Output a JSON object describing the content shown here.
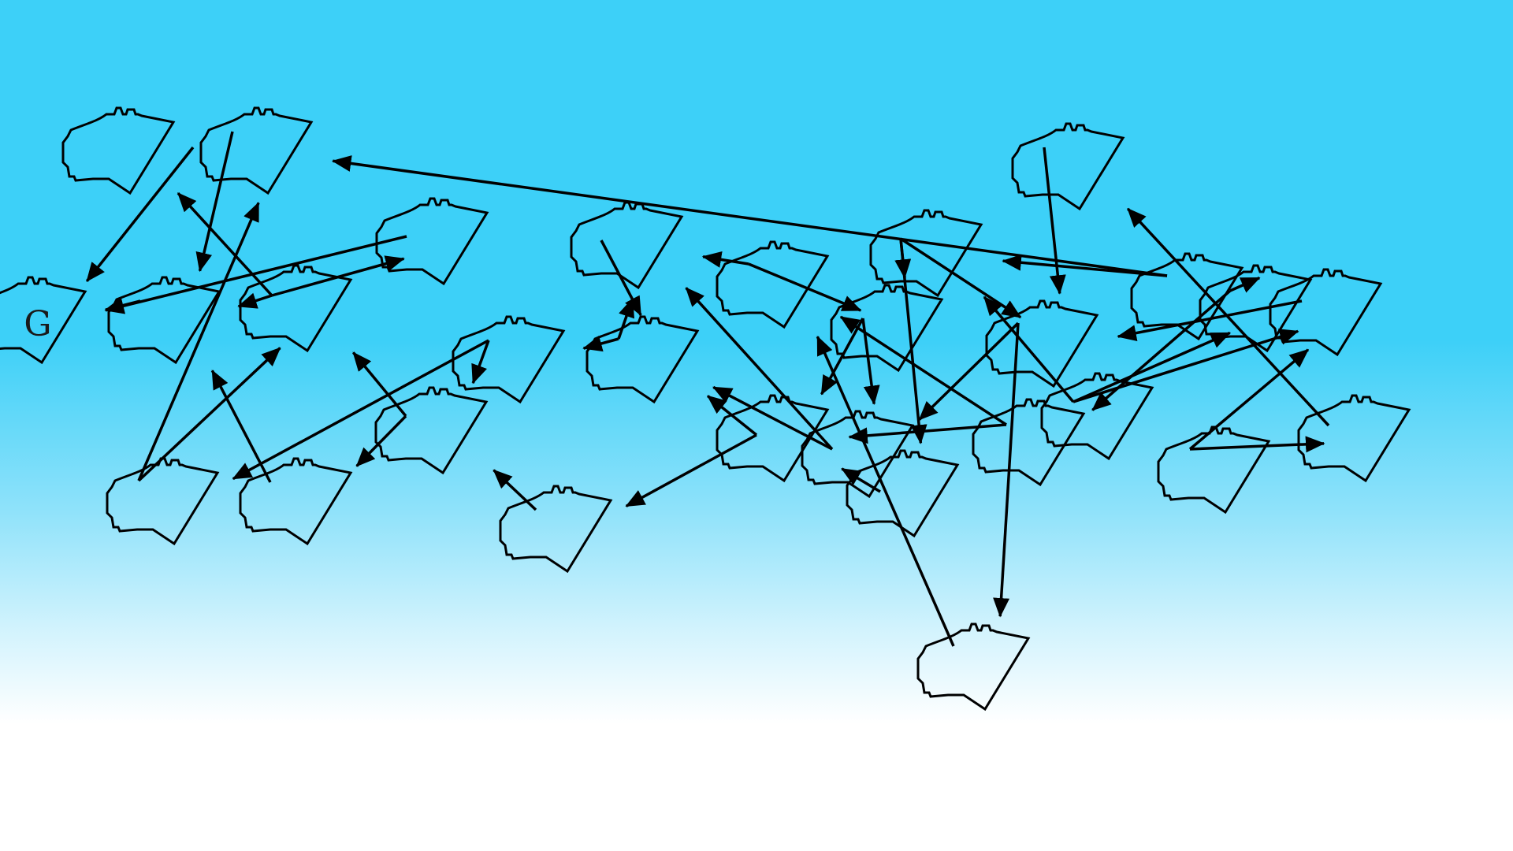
{
  "diagram": {
    "nodes": [
      {
        "id": "n1",
        "label": ""
      },
      {
        "id": "n2",
        "label": ""
      },
      {
        "id": "G",
        "label": "G"
      },
      {
        "id": "n4",
        "label": ""
      },
      {
        "id": "n5",
        "label": ""
      },
      {
        "id": "n6",
        "label": ""
      },
      {
        "id": "n7",
        "label": ""
      },
      {
        "id": "n8",
        "label": ""
      },
      {
        "id": "n9",
        "label": ""
      },
      {
        "id": "n10",
        "label": ""
      },
      {
        "id": "n11",
        "label": ""
      },
      {
        "id": "n12",
        "label": ""
      },
      {
        "id": "n13",
        "label": ""
      },
      {
        "id": "n14",
        "label": ""
      },
      {
        "id": "n15",
        "label": ""
      },
      {
        "id": "n16",
        "label": ""
      },
      {
        "id": "n17",
        "label": ""
      },
      {
        "id": "n18",
        "label": ""
      },
      {
        "id": "n19",
        "label": ""
      },
      {
        "id": "n20",
        "label": ""
      },
      {
        "id": "n21",
        "label": ""
      },
      {
        "id": "n22",
        "label": ""
      },
      {
        "id": "n23",
        "label": ""
      },
      {
        "id": "n24",
        "label": ""
      },
      {
        "id": "n25",
        "label": ""
      },
      {
        "id": "n26",
        "label": ""
      },
      {
        "id": "n27",
        "label": ""
      },
      {
        "id": "n28",
        "label": ""
      },
      {
        "id": "n29",
        "label": ""
      }
    ],
    "edges": [
      [
        "n1",
        "G"
      ],
      [
        "n2",
        "n4"
      ],
      [
        "n4",
        "G"
      ],
      [
        "n6",
        "G"
      ],
      [
        "n5",
        "n1"
      ],
      [
        "n5",
        "n4"
      ],
      [
        "n5",
        "n6"
      ],
      [
        "n7",
        "n2"
      ],
      [
        "n7",
        "n5"
      ],
      [
        "n8",
        "n4"
      ],
      [
        "n9",
        "n5"
      ],
      [
        "n9",
        "n8"
      ],
      [
        "n10",
        "n7"
      ],
      [
        "n10",
        "n9"
      ],
      [
        "n11",
        "n10"
      ],
      [
        "n11",
        "n13"
      ],
      [
        "n12",
        "n9"
      ],
      [
        "n13",
        "n11"
      ],
      [
        "n14",
        "n11"
      ],
      [
        "n14",
        "n12"
      ],
      [
        "n15",
        "n13"
      ],
      [
        "n15",
        "n11"
      ],
      [
        "n16",
        "n14"
      ],
      [
        "n16",
        "n15"
      ],
      [
        "n17",
        "n16"
      ],
      [
        "n17",
        "n13"
      ],
      [
        "n18",
        "n16"
      ],
      [
        "n18",
        "n19"
      ],
      [
        "n18",
        "n22"
      ],
      [
        "n19",
        "n14"
      ],
      [
        "n20",
        "n14"
      ],
      [
        "n20",
        "n17"
      ],
      [
        "n21",
        "n17"
      ],
      [
        "n22",
        "n15"
      ],
      [
        "n22",
        "n21"
      ],
      [
        "n23",
        "n22"
      ],
      [
        "n24",
        "n18"
      ],
      [
        "n24",
        "n2"
      ],
      [
        "n25",
        "n20"
      ],
      [
        "n25",
        "n24"
      ],
      [
        "n26",
        "n25"
      ],
      [
        "n26",
        "n18"
      ],
      [
        "n26",
        "n27"
      ],
      [
        "n27",
        "n22"
      ],
      [
        "n28",
        "n27"
      ],
      [
        "n28",
        "n29"
      ],
      [
        "n29",
        "n23"
      ]
    ]
  }
}
